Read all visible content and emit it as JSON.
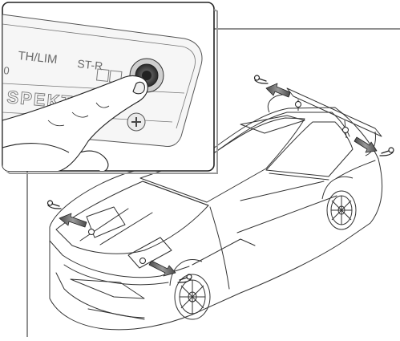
{
  "inset": {
    "label_throttle_limit": "TH/LIM",
    "label_steering_rate": "ST-R",
    "label_brand": "SPEKTRUM",
    "label_fragment": "0"
  },
  "callouts": [
    {
      "id": "wing-left",
      "part": "body-clip",
      "direction": "pull-out"
    },
    {
      "id": "wing-right",
      "part": "body-clip",
      "direction": "pull-out"
    },
    {
      "id": "hood-left",
      "part": "body-clip",
      "direction": "pull-out"
    },
    {
      "id": "hood-right",
      "part": "body-clip",
      "direction": "pull-out"
    }
  ],
  "colors": {
    "line": "#222222",
    "car_line": "#333333",
    "inset_bg": "#f4f4f4",
    "arrow_fill": "#666666",
    "button_ring": "#4a4a4a"
  }
}
